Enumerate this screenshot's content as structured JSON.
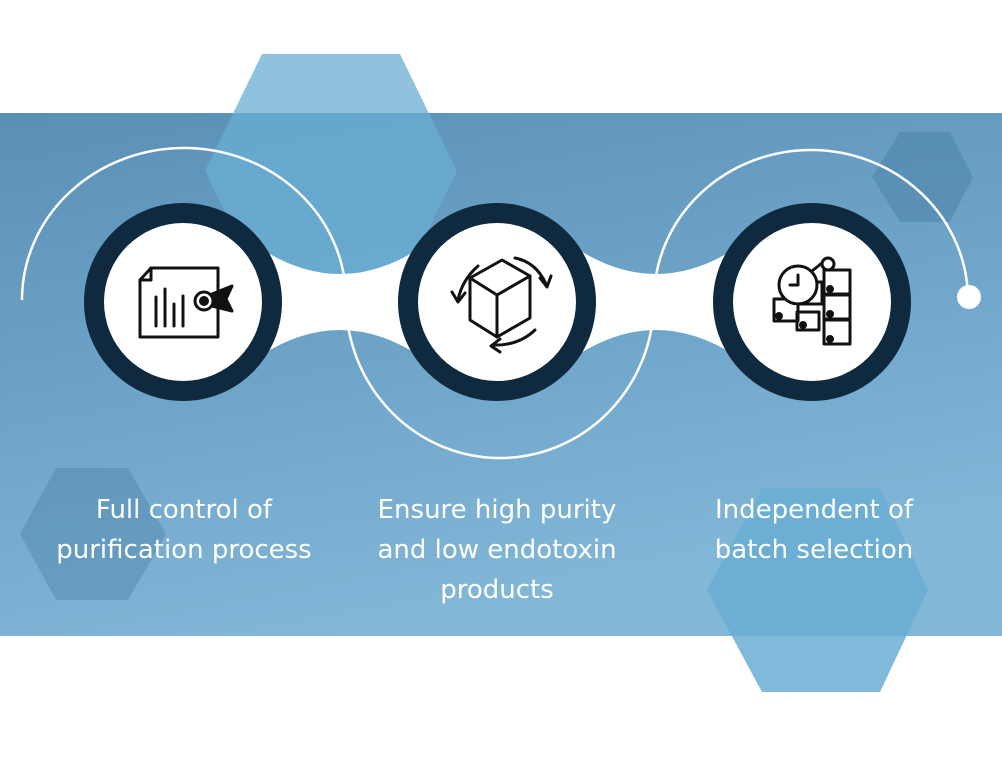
{
  "colors": {
    "band_top": "#5a90b6",
    "band_bottom": "#80b5d7",
    "hexagon_light": "#6aaed4",
    "hexagon_dark": "#4d84aa",
    "node_ring": "#0f2a3f",
    "node_fill": "#ffffff",
    "connector": "#ffffff",
    "text": "#ffffff"
  },
  "steps": [
    {
      "icon": "certificate-document-icon",
      "caption_lines": [
        "Full control of",
        "purification process"
      ]
    },
    {
      "icon": "cube-cycle-icon",
      "caption_lines": [
        "Ensure high purity",
        "and low endotoxin",
        "products"
      ]
    },
    {
      "icon": "batch-inspection-icon",
      "caption_lines": [
        "Independent of",
        "batch selection"
      ]
    }
  ]
}
